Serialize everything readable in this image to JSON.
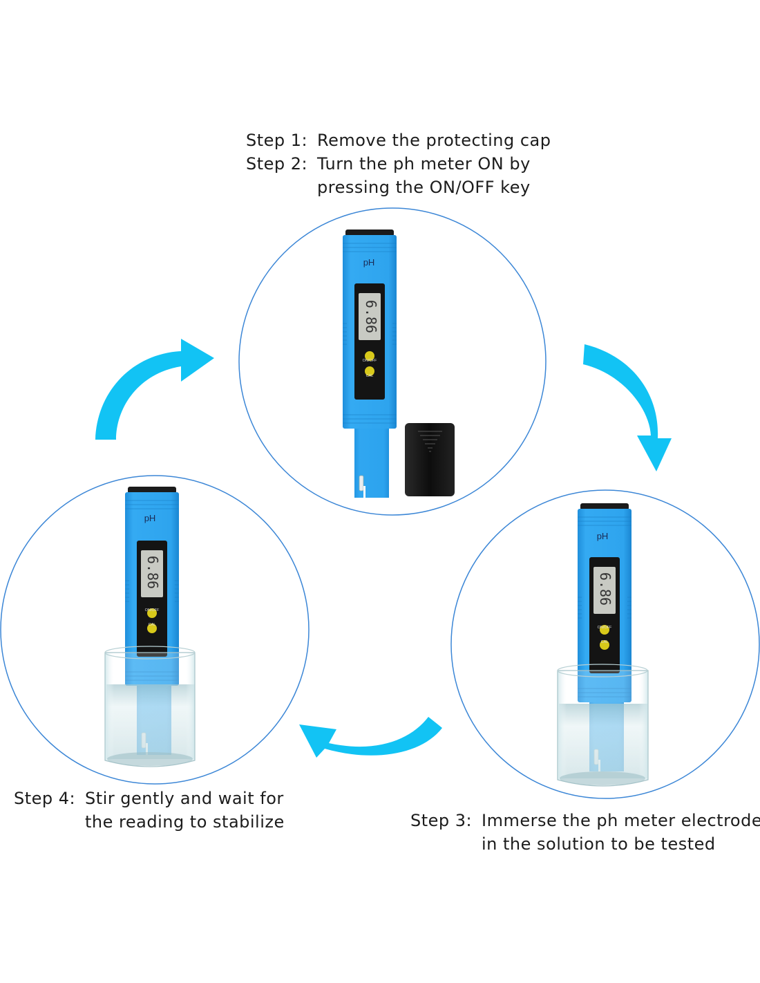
{
  "title": "pH meter usage steps",
  "colors": {
    "arrow": "#12c3f4",
    "circle_outline": "#3b86d6",
    "meter_body": "#2aa2ee",
    "meter_cap": "#111111",
    "lcd_bg": "#c9cbc4",
    "button": "#d8c91a"
  },
  "steps": [
    {
      "label": "Step 1:",
      "lines": [
        "Remove the protecting cap"
      ]
    },
    {
      "label": "Step 2:",
      "lines": [
        "Turn the ph meter ON by",
        "pressing the ON/OFF key"
      ]
    },
    {
      "label": "Step 3:",
      "lines": [
        "Immerse the ph meter electrode",
        "in the solution to be tested"
      ]
    },
    {
      "label": "Step 4:",
      "lines": [
        "Stir gently and wait for",
        "the reading to stabilize"
      ]
    }
  ],
  "meter": {
    "brand_label": "pH",
    "reading": "6.86",
    "on_off_label": "ON/OFF",
    "cal_label": "CAL"
  },
  "arrows": [
    {
      "name": "arrow-step4-to-step1",
      "direction": "clockwise"
    },
    {
      "name": "arrow-step1-to-step3",
      "direction": "clockwise"
    },
    {
      "name": "arrow-step3-to-step4",
      "direction": "clockwise"
    }
  ]
}
